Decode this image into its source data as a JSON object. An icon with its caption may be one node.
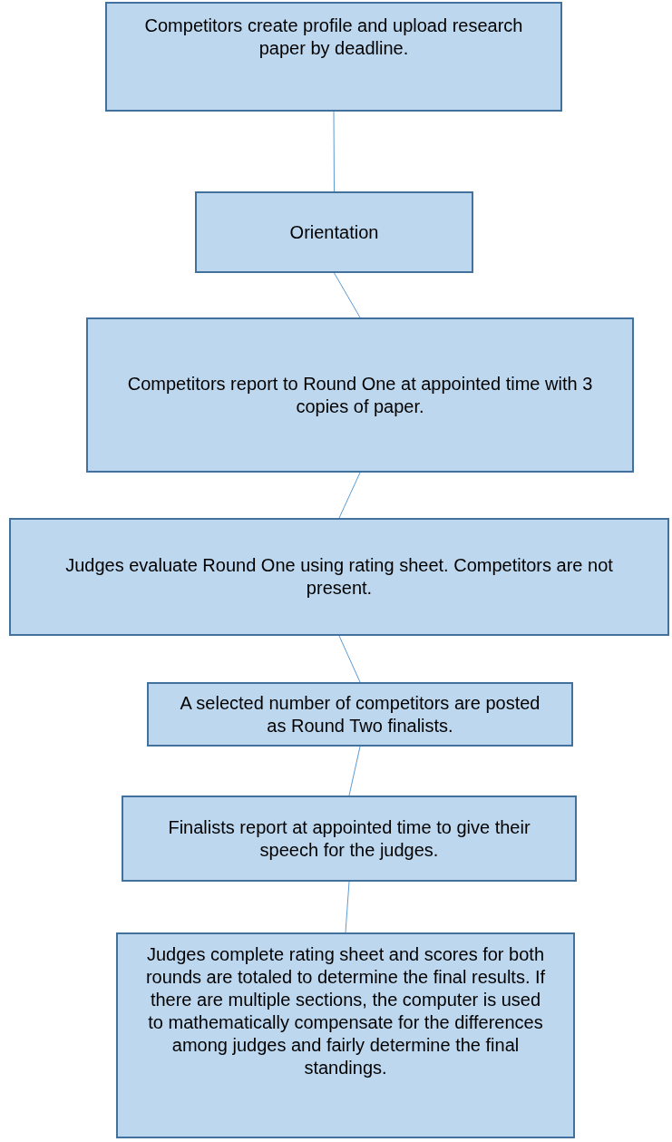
{
  "diagram": {
    "nodes": [
      {
        "text": [
          "Competitors create profile and upload research paper by deadline."
        ]
      },
      {
        "text": [
          "Orientation"
        ]
      },
      {
        "text": [
          "Competitors report to Round One at appointed time with 3 copies of paper."
        ]
      },
      {
        "text": [
          "Judges evaluate Round One using rating sheet. Competitors are not present."
        ]
      },
      {
        "text": [
          "A selected number of competitors are posted as Round Two finalists."
        ]
      },
      {
        "text": [
          "Finalists report at appointed time to give their speech for the judges."
        ]
      },
      {
        "text": [
          "Judges complete rating sheet and scores for both rounds are totaled to determine the final results. If there are multiple sections, the computer is used to mathematically compensate for the differences among judges and fairly determine the final standings."
        ]
      }
    ],
    "edges": [
      {
        "from": 0,
        "to": 1,
        "arrow": "none"
      },
      {
        "from": 1,
        "to": 2,
        "arrow": "none"
      },
      {
        "from": 2,
        "to": 3,
        "arrow": "none"
      },
      {
        "from": 3,
        "to": 4,
        "arrow": "none"
      },
      {
        "from": 4,
        "to": 5,
        "arrow": "none"
      },
      {
        "from": 5,
        "to": 6,
        "arrow": "none"
      }
    ]
  }
}
